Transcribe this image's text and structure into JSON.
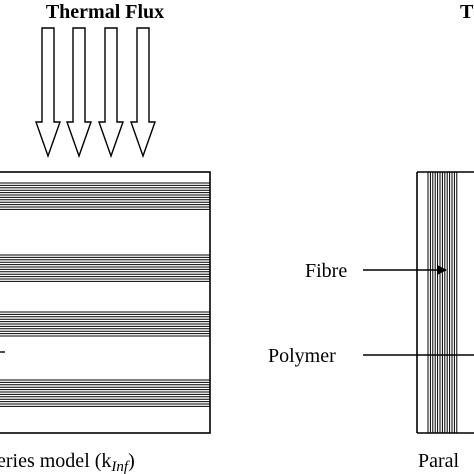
{
  "left_panel": {
    "flux_title": "Thermal Flux",
    "caption_main": "eries model (k",
    "caption_sub": "Inf",
    "caption_close": ")"
  },
  "right_panel": {
    "flux_title_partial": "T",
    "fibre_label": "Fibre",
    "polymer_label": "Polymer",
    "caption_partial": "Paral"
  },
  "colors": {
    "ink": "#000000",
    "background": "#ffffff"
  }
}
